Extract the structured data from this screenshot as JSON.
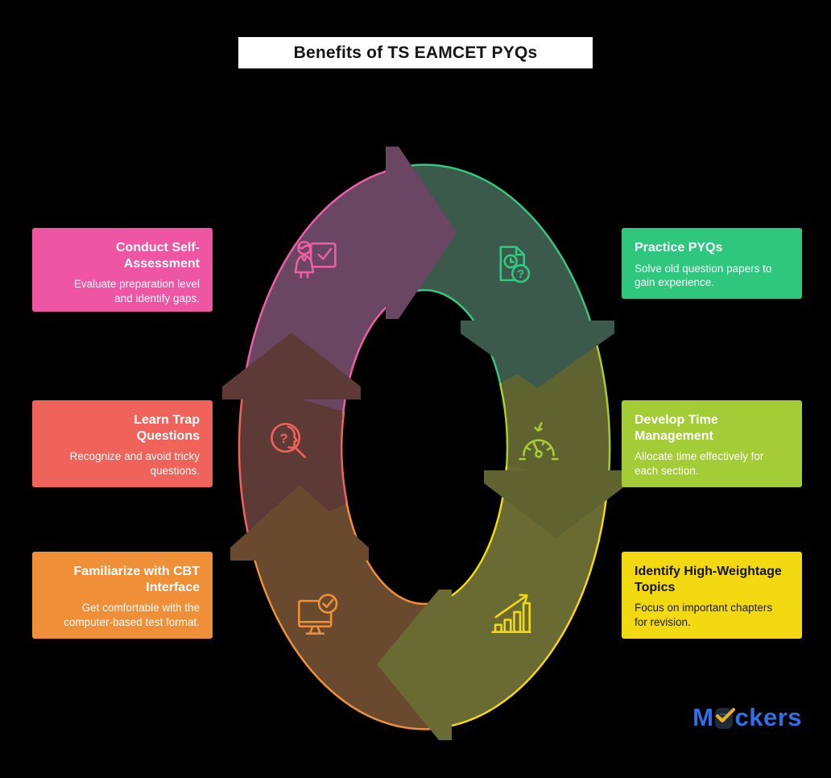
{
  "header": {
    "title": "Benefits of TS EAMCET PYQs",
    "bg": "#ffffff",
    "text_color": "#151515"
  },
  "cards": {
    "left": [
      {
        "heading": "Conduct Self-\nAssessment",
        "body": "Evaluate preparation level\nand identify gaps.",
        "bg": "#ee55a3",
        "text": "#ffffff"
      },
      {
        "heading": "Learn Trap\nQuestions",
        "body": "Recognize and avoid tricky\nquestions.",
        "bg": "#f0635b",
        "text": "#ffffff"
      },
      {
        "heading": "Familiarize with CBT\nInterface",
        "body": "Get comfortable with the\ncomputer-based test format.",
        "bg": "#ef9038",
        "text": "#ffffff"
      }
    ],
    "right": [
      {
        "heading": "Practice PYQs",
        "body": "Solve old question papers to\ngain experience.",
        "bg": "#2fc67e",
        "text": "#ffffff"
      },
      {
        "heading": "Develop Time\nManagement",
        "body": "Allocate time effectively for\neach section.",
        "bg": "#a4cc37",
        "text": "#ffffff"
      },
      {
        "heading": "Identify High-Weightage\nTopics",
        "body": "Focus on important chapters\nfor revision.",
        "bg": "#f3d912",
        "text": "#141414"
      }
    ]
  },
  "diagram": {
    "question_mark": "?",
    "segments": [
      {
        "name": "self-assessment",
        "stroke": "#ec5fa6",
        "fill": "#6a4663",
        "icon": "person-presentation-check-icon"
      },
      {
        "name": "practice-pyqs",
        "stroke": "#35c77f",
        "fill": "#3c5a4b",
        "icon": "document-clock-question-icon"
      },
      {
        "name": "time-management",
        "stroke": "#a6cc35",
        "fill": "#5e6330",
        "icon": "speedometer-arrow-icon"
      },
      {
        "name": "high-weightage-topics",
        "stroke": "#f3d912",
        "fill": "#6a6a33",
        "icon": "growth-bar-chart-icon"
      },
      {
        "name": "cbt-interface",
        "stroke": "#ef9038",
        "fill": "#6a4a2e",
        "icon": "monitor-check-icon"
      },
      {
        "name": "trap-questions",
        "stroke": "#f0635b",
        "fill": "#5e3a37",
        "icon": "head-magnifier-question-icon"
      }
    ]
  },
  "logo": {
    "prefix": "M",
    "suffix": "ckers",
    "color": "#2f70e8",
    "o_bg": "#1d2b3b",
    "o_lines": "#52637a",
    "check_color": "#f2ae1d"
  }
}
